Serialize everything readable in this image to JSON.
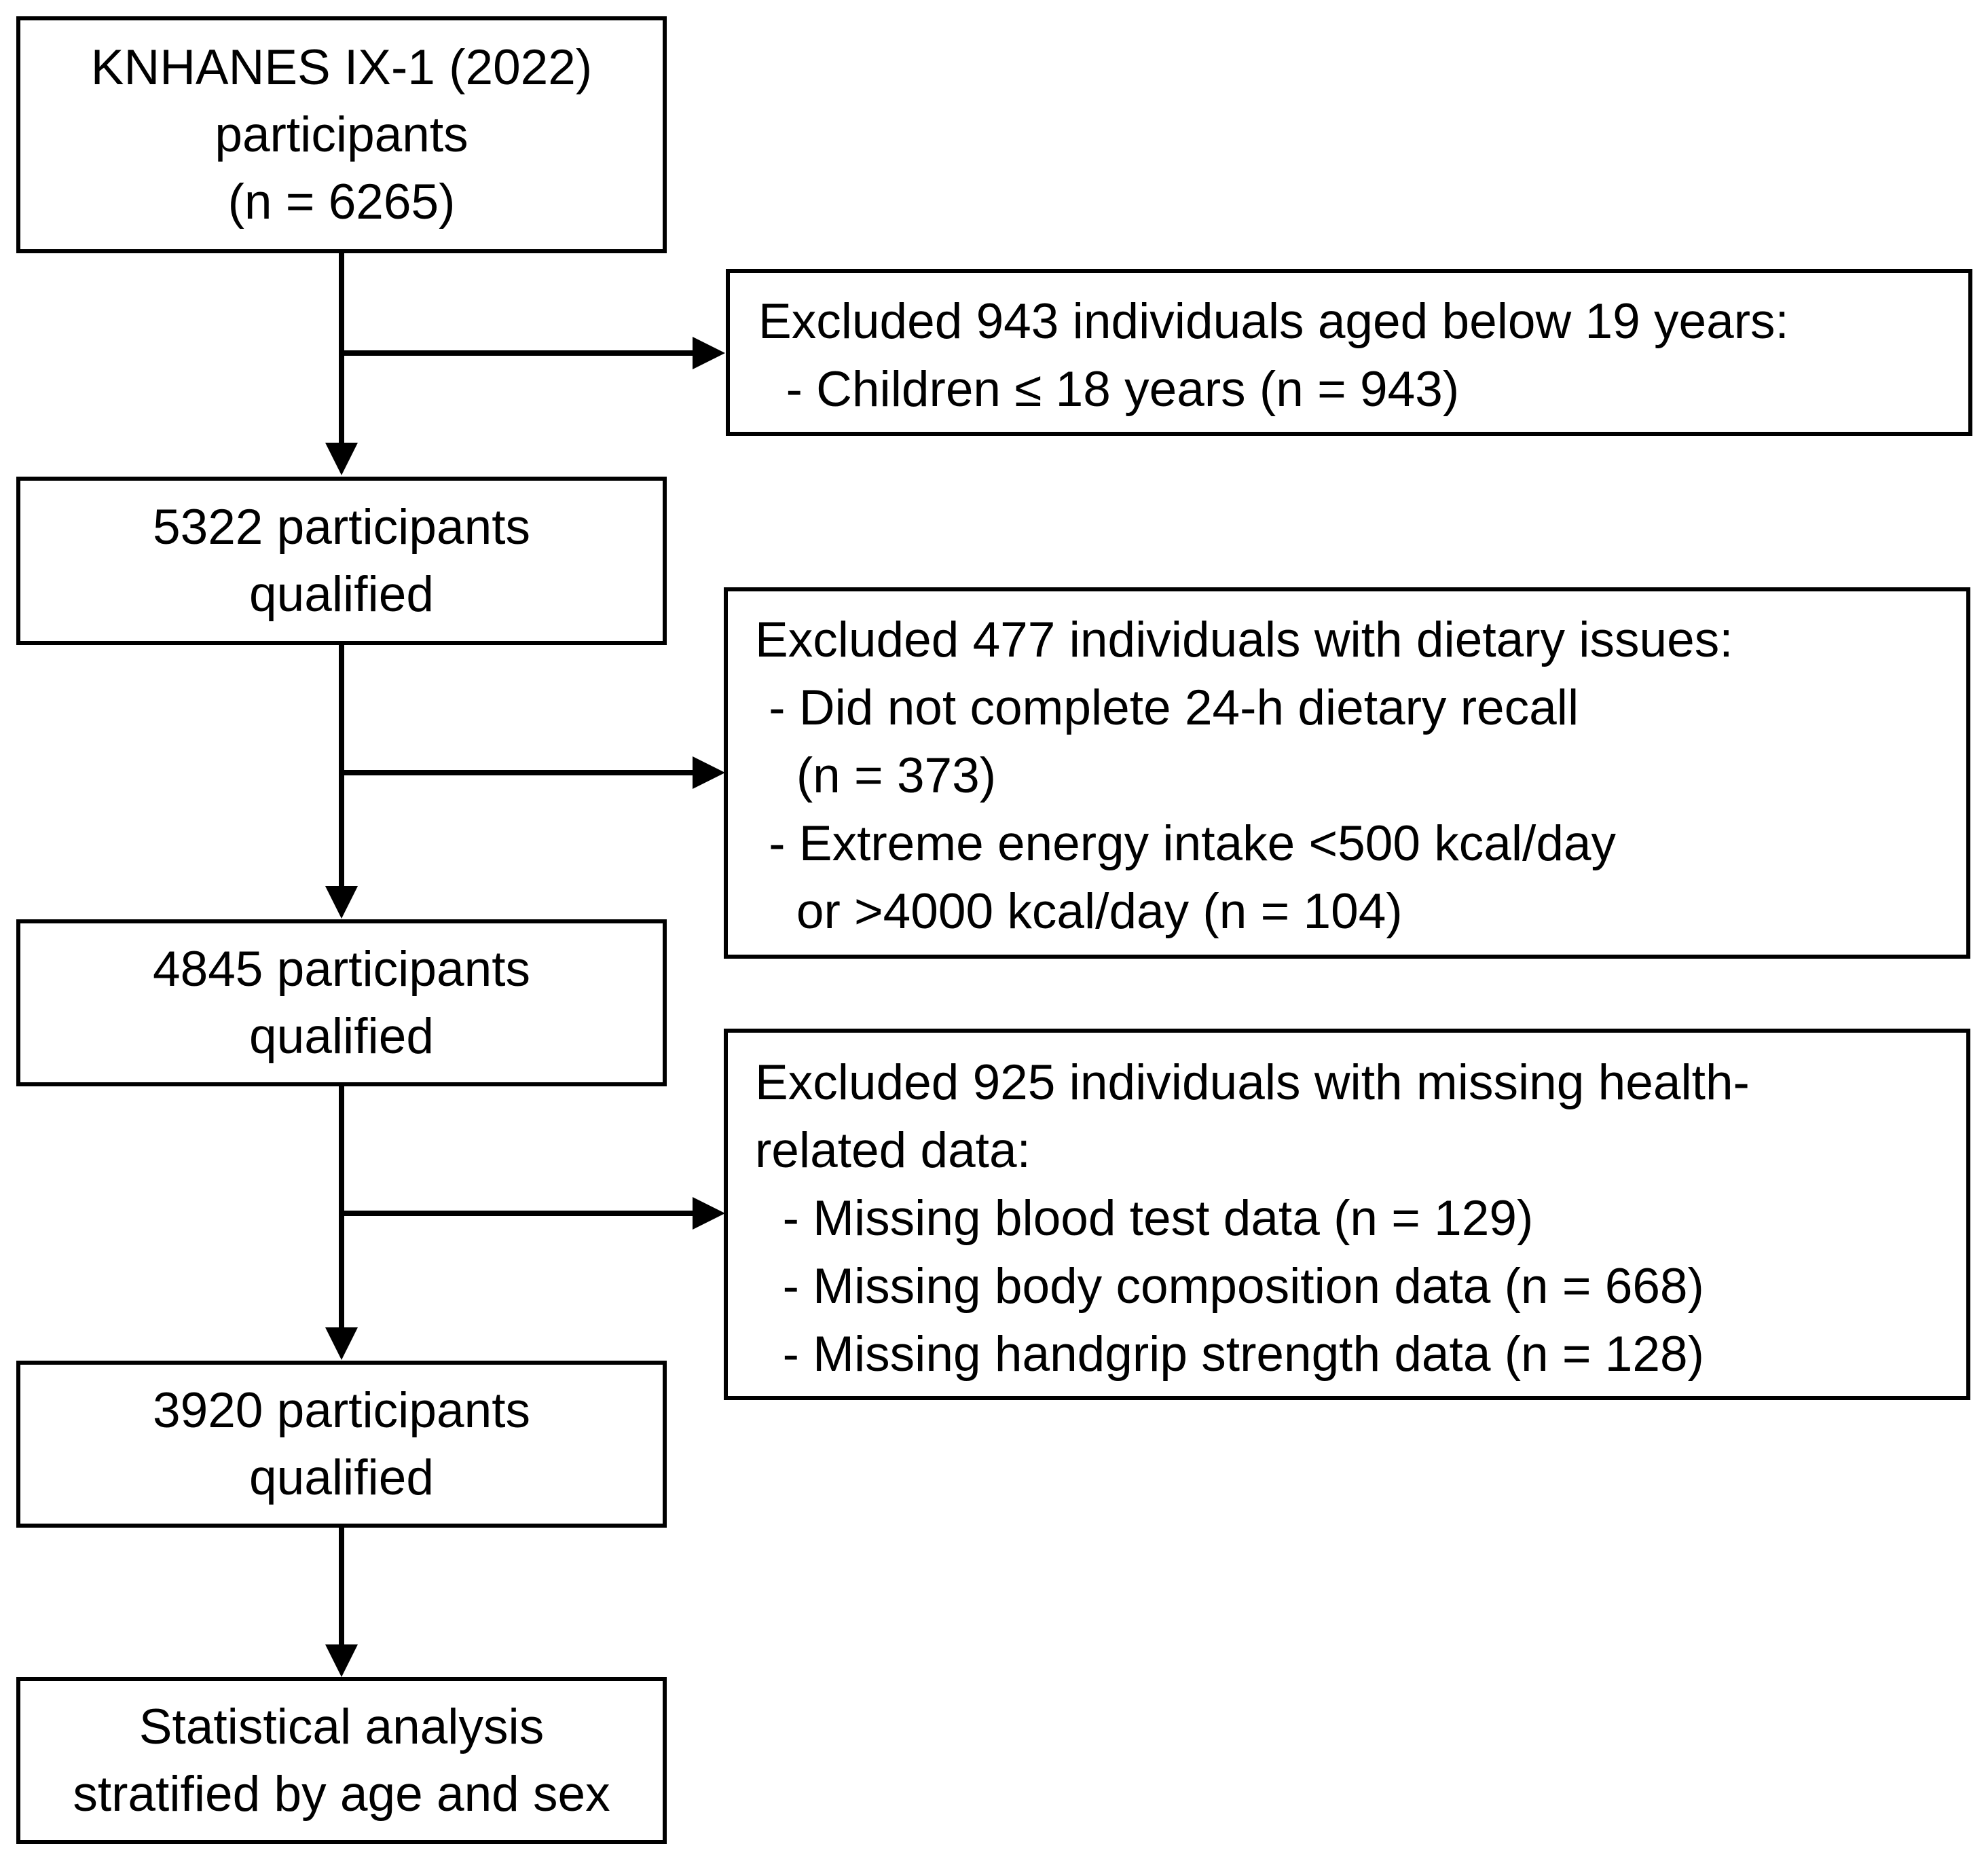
{
  "flow_boxes": [
    {
      "lines": [
        "KNHANES IX-1 (2022)",
        "participants",
        "(n = 6265)"
      ]
    },
    {
      "lines": [
        "5322 participants",
        "qualified"
      ]
    },
    {
      "lines": [
        "4845 participants",
        "qualified"
      ]
    },
    {
      "lines": [
        "3920 participants",
        "qualified"
      ]
    },
    {
      "lines": [
        "Statistical analysis",
        "stratified by age and sex"
      ]
    }
  ],
  "exclusions": [
    {
      "lines": [
        "Excluded 943 individuals aged below 19 years:",
        "  - Children ≤ 18 years (n = 943)"
      ]
    },
    {
      "lines": [
        "Excluded 477 individuals with dietary issues:",
        " - Did not complete 24-h dietary recall",
        "   (n = 373)",
        " - Extreme energy intake <500 kcal/day",
        "   or >4000 kcal/day (n = 104)"
      ]
    },
    {
      "lines": [
        "Excluded 925 individuals with missing health-",
        "related data:",
        "  - Missing blood test data (n = 129)",
        "  - Missing body composition data (n = 668)",
        "  - Missing handgrip strength data (n = 128)"
      ]
    }
  ]
}
